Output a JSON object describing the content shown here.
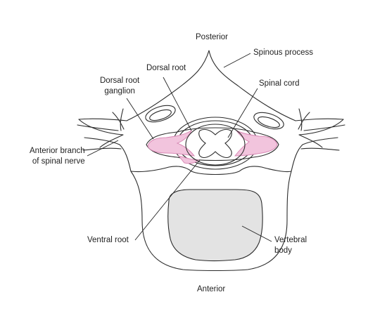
{
  "labels": {
    "posterior": "Posterior",
    "anterior": "Anterior",
    "spinous_process": "Spinous process",
    "dorsal_root": "Dorsal root",
    "dorsal_root_ganglion": "Dorsal root\nganglion",
    "spinal_cord": "Spinal cord",
    "anterior_branch": "Anterior branch\nof spinal nerve",
    "ventral_root": "Ventral root",
    "vertebral_body": "Vertebral\nbody"
  },
  "colors": {
    "line": "#2b2b2b",
    "nerve_root_fill": "#f2c4dd",
    "nerve_root_stroke": "#d98bb6",
    "vertebral_body_fill": "#e3e3e3",
    "background": "#ffffff"
  }
}
